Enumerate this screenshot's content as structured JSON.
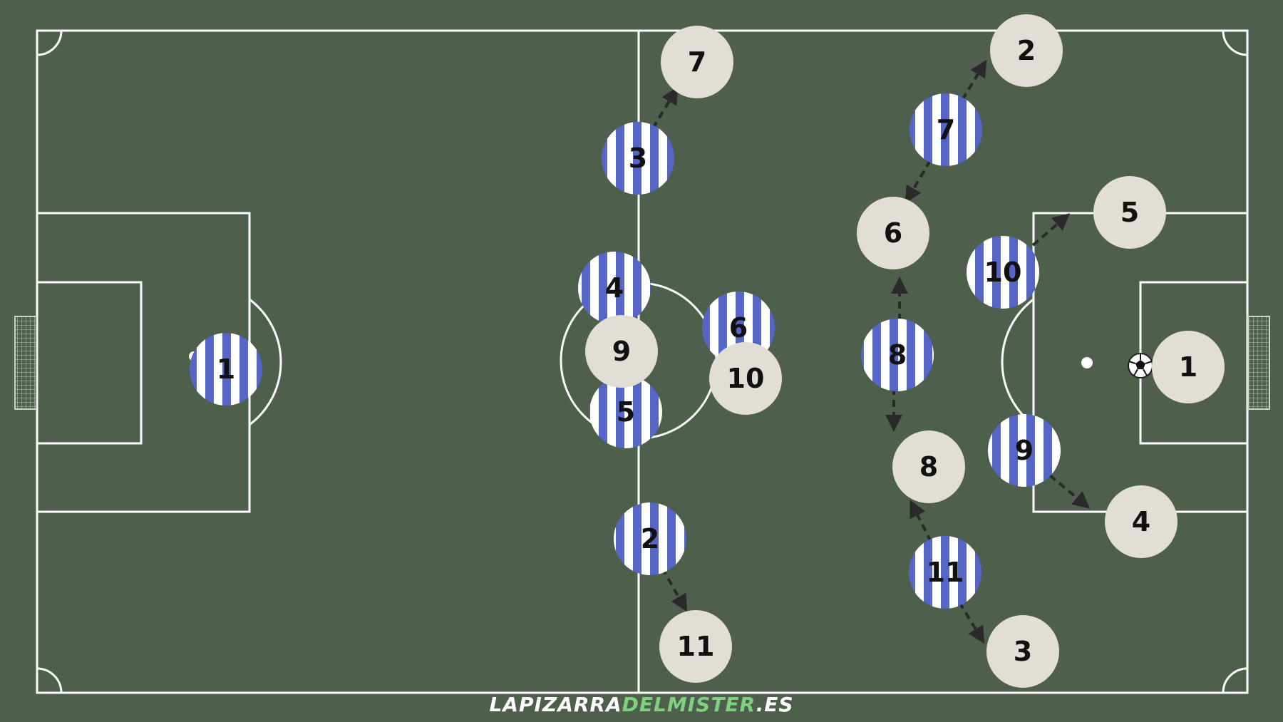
{
  "colors": {
    "pitch": "#4e5f4c",
    "lines": "#ffffff",
    "home_primary": "#5566c6",
    "home_stripe": "#ffffff",
    "away": "#e2ded6",
    "arrow": "#2a2a2a"
  },
  "watermark": {
    "part1": "LAPIZARRA",
    "part2": "DELMISTER",
    "part3": ".ES"
  },
  "icons": {
    "ball": "soccer-ball-icon",
    "goal": "goal-net-icon"
  },
  "players": {
    "home": [
      {
        "number": "1"
      },
      {
        "number": "3"
      },
      {
        "number": "4"
      },
      {
        "number": "5"
      },
      {
        "number": "2"
      },
      {
        "number": "6"
      },
      {
        "number": "7"
      },
      {
        "number": "8"
      },
      {
        "number": "11"
      },
      {
        "number": "10"
      },
      {
        "number": "9"
      }
    ],
    "away": [
      {
        "number": "7"
      },
      {
        "number": "9"
      },
      {
        "number": "10"
      },
      {
        "number": "11"
      },
      {
        "number": "2"
      },
      {
        "number": "6"
      },
      {
        "number": "5"
      },
      {
        "number": "8"
      },
      {
        "number": "4"
      },
      {
        "number": "3"
      },
      {
        "number": "1"
      }
    ]
  }
}
